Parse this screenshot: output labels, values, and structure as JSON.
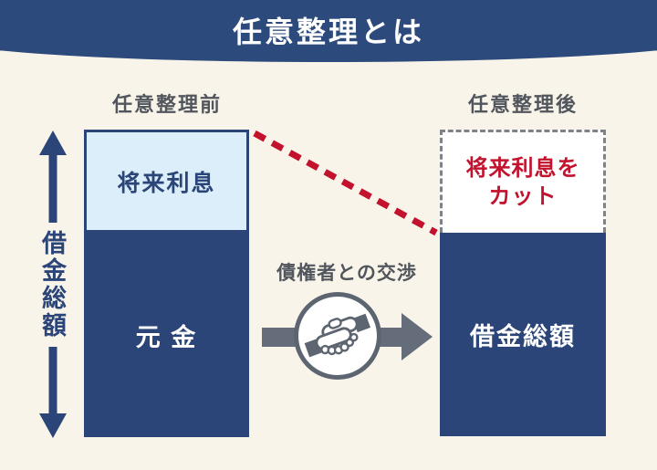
{
  "header": {
    "title": "任意整理とは"
  },
  "axis": {
    "label": "借金総額"
  },
  "before": {
    "label": "任意整理前",
    "interest_label": "将来利息",
    "principal_label": "元 金"
  },
  "middle": {
    "label": "債権者との交渉",
    "icon": "handshake-icon"
  },
  "after": {
    "label": "任意整理後",
    "cut_line1": "将来利息を",
    "cut_line2": "カット",
    "total_label": "借金総額"
  },
  "colors": {
    "navy": "#2b4578",
    "header_navy": "#2d4a7c",
    "cream_background": "#f8f4ea",
    "light_blue": "#dbeef9",
    "red_accent": "#c3122d",
    "gray_text": "#51565d",
    "gray_icon": "#5d6571",
    "white": "#ffffff"
  }
}
